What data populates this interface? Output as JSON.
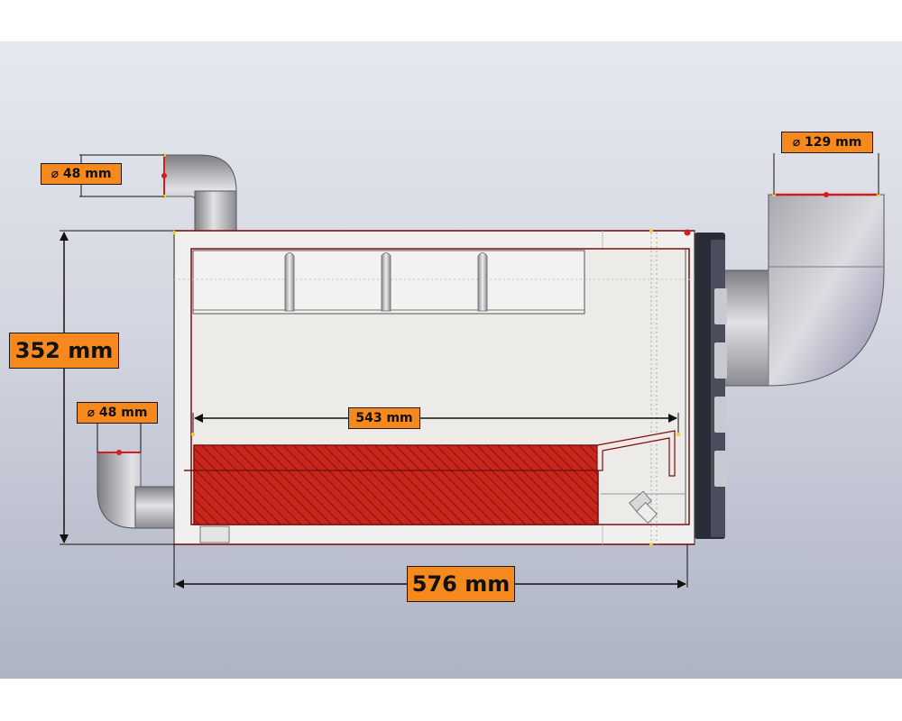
{
  "dimensions": {
    "height": "352 mm",
    "width": "576 mm",
    "inner_length": "543 mm",
    "top_pipe_diameter": "⌀ 48 mm",
    "bottom_pipe_diameter": "⌀ 48 mm",
    "flue_diameter": "⌀ 129 mm"
  },
  "colors": {
    "label_fill": "#f5891e",
    "hatch_red": "#c8261c",
    "outline_red": "#7a1010",
    "pipe_grey": "#b8b8bc"
  }
}
